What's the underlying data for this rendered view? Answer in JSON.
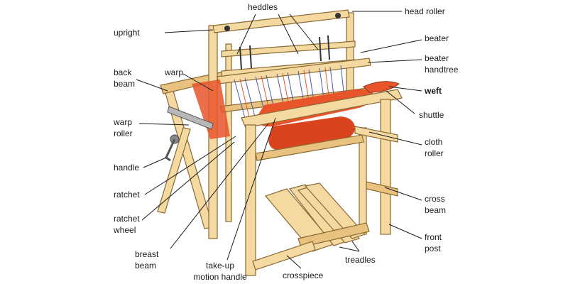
{
  "colors": {
    "wood": "#f4d9a0",
    "wood_dark": "#e8c27e",
    "cloth": "#e8552b",
    "warp_blue": "#4a5aa8"
  },
  "labels": {
    "heddles": "heddles",
    "head_roller": "head roller",
    "upright": "upright",
    "beater": "beater",
    "beater_handtree_1": "beater",
    "beater_handtree_2": "handtree",
    "back_beam_1": "back",
    "back_beam_2": "beam",
    "warp": "warp",
    "weft": "weft",
    "shuttle": "shuttle",
    "warp_roller_1": "warp",
    "warp_roller_2": "roller",
    "cloth_roller_1": "cloth",
    "cloth_roller_2": "roller",
    "handle": "handle",
    "ratchet": "ratchet",
    "ratchet_wheel_1": "ratchet",
    "ratchet_wheel_2": "wheel",
    "cross_beam_1": "cross",
    "cross_beam_2": "beam",
    "front_post_1": "front",
    "front_post_2": "post",
    "breast_beam_1": "breast",
    "breast_beam_2": "beam",
    "take_up_1": "take-up",
    "take_up_2": "motion handle",
    "treadles": "treadles",
    "crosspiece": "crosspiece"
  }
}
